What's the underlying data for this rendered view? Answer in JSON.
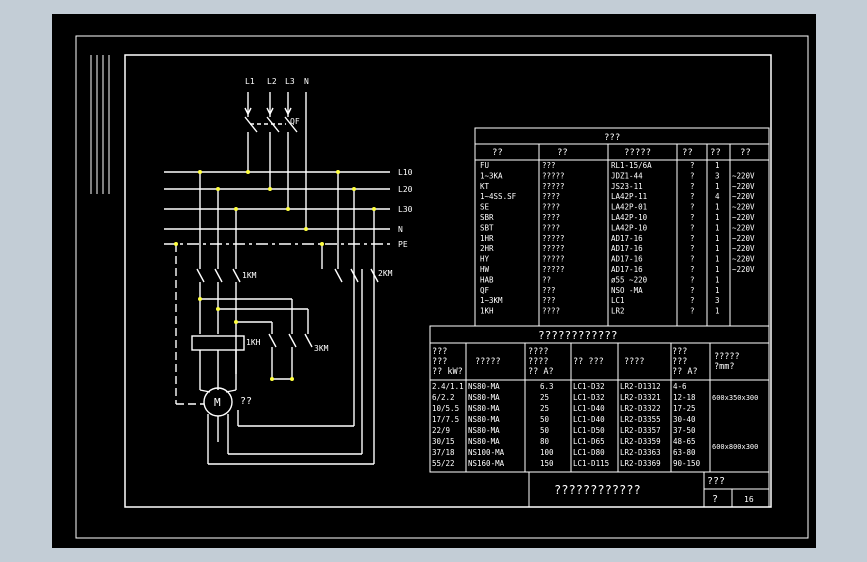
{
  "bus": {
    "phases": [
      "L1",
      "L2",
      "L3",
      "N"
    ],
    "qf": "QF",
    "rails": [
      "L10",
      "L20",
      "L30",
      "N",
      "PE"
    ]
  },
  "motor": {
    "symbol": "M",
    "label": "??"
  },
  "contactors": {
    "k1": "1KM",
    "k2": "2KM",
    "k3": "3KM",
    "kh": "1KH"
  },
  "parts_table": {
    "title": "???",
    "headers": [
      "??",
      "??",
      "?????",
      "??",
      "??",
      "??"
    ],
    "rows": [
      [
        "FU",
        "???",
        "RL1-15/6A",
        "?",
        "1",
        ""
      ],
      [
        "1~3KA",
        "?????",
        "JDZ1-44",
        "?",
        "3",
        "~220V"
      ],
      [
        "KT",
        "?????",
        "JS23-11",
        "?",
        "1",
        "~220V"
      ],
      [
        "1~4SS.SF",
        "????",
        "LA42P-11",
        "?",
        "4",
        "~220V"
      ],
      [
        "SE",
        "????",
        "LA42P-01",
        "?",
        "1",
        "~220V"
      ],
      [
        "SBR",
        "????",
        "LA42P-10",
        "?",
        "1",
        "~220V"
      ],
      [
        "SBT",
        "????",
        "LA42P-10",
        "?",
        "1",
        "~220V"
      ],
      [
        "1HR",
        "?????",
        "AD17-16",
        "?",
        "1",
        "~220V"
      ],
      [
        "2HR",
        "?????",
        "AD17-16",
        "?",
        "1",
        "~220V"
      ],
      [
        "HY",
        "?????",
        "AD17-16",
        "?",
        "1",
        "~220V"
      ],
      [
        "HW",
        "?????",
        "AD17-16",
        "?",
        "1",
        "~220V"
      ],
      [
        "HAB",
        "??",
        "ø55 ~220",
        "?",
        "1",
        ""
      ],
      [
        "QF",
        "???",
        "NSO -MA",
        "?",
        "1",
        ""
      ],
      [
        "1~3KM",
        "???",
        "LC1",
        "?",
        "3",
        ""
      ],
      [
        "1KH",
        "????",
        "LR2",
        "?",
        "1",
        ""
      ]
    ]
  },
  "spec_table": {
    "title": "????????????",
    "headers": [
      [
        "???",
        "???",
        "?? kW?"
      ],
      [
        "?????"
      ],
      [
        "????",
        "????",
        "?? A?"
      ],
      [
        "?? ???"
      ],
      [
        "????"
      ],
      [
        "???",
        "???",
        "?? A?"
      ],
      [
        "?????",
        "?mm?"
      ]
    ],
    "rows": [
      [
        "2.4/1.1",
        "NS80-MA",
        "6.3",
        "LC1-D32",
        "LR2-D1312",
        "4-6"
      ],
      [
        "6/2.2",
        "NS80-MA",
        "25",
        "LC1-D32",
        "LR2-D3321",
        "12-18"
      ],
      [
        "10/5.5",
        "NS80-MA",
        "25",
        "LC1-D40",
        "LR2-D3322",
        "17-25"
      ],
      [
        "17/7.5",
        "NS80-MA",
        "50",
        "LC1-D40",
        "LR2-D3355",
        "30-40"
      ],
      [
        "22/9",
        "NS80-MA",
        "50",
        "LC1-D50",
        "LR2-D3357",
        "37-50"
      ],
      [
        "30/15",
        "NS80-MA",
        "80",
        "LC1-D65",
        "LR2-D3359",
        "48-65"
      ],
      [
        "37/18",
        "NS100-MA",
        "100",
        "LC1-D80",
        "LR2-D3363",
        "63-80"
      ],
      [
        "55/22",
        "NS160-MA",
        "150",
        "LC1-D115",
        "LR2-D3369",
        "90-150"
      ]
    ],
    "size_groups": [
      "600x350x300",
      "600x800x300"
    ]
  },
  "title_block": {
    "name": "????????????",
    "field": "???",
    "field2": "?",
    "sheet_no": "16"
  }
}
